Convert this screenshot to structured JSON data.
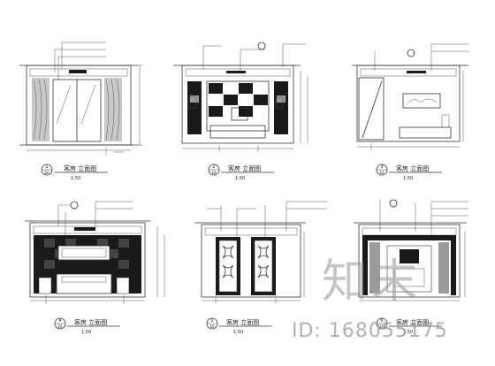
{
  "elevations": [
    {
      "number": "1",
      "ref": "E6",
      "title": "客房 立面图",
      "scale": "1:50"
    },
    {
      "number": "2",
      "ref": "E6",
      "title": "客房 立面图",
      "scale": "1:50"
    },
    {
      "number": "3",
      "ref": "E6",
      "title": "客房 立面图",
      "scale": "1:50"
    },
    {
      "number": "4",
      "ref": "E6",
      "title": "客房 立面图",
      "scale": "1:50"
    },
    {
      "number": "5",
      "ref": "E6",
      "title": "客房 立面图",
      "scale": "1:50"
    },
    {
      "number": "6",
      "ref": "E6",
      "title": "客房 立面图",
      "scale": "1:50"
    }
  ],
  "watermark": {
    "brand": "知末",
    "id": "ID: 168055175"
  }
}
